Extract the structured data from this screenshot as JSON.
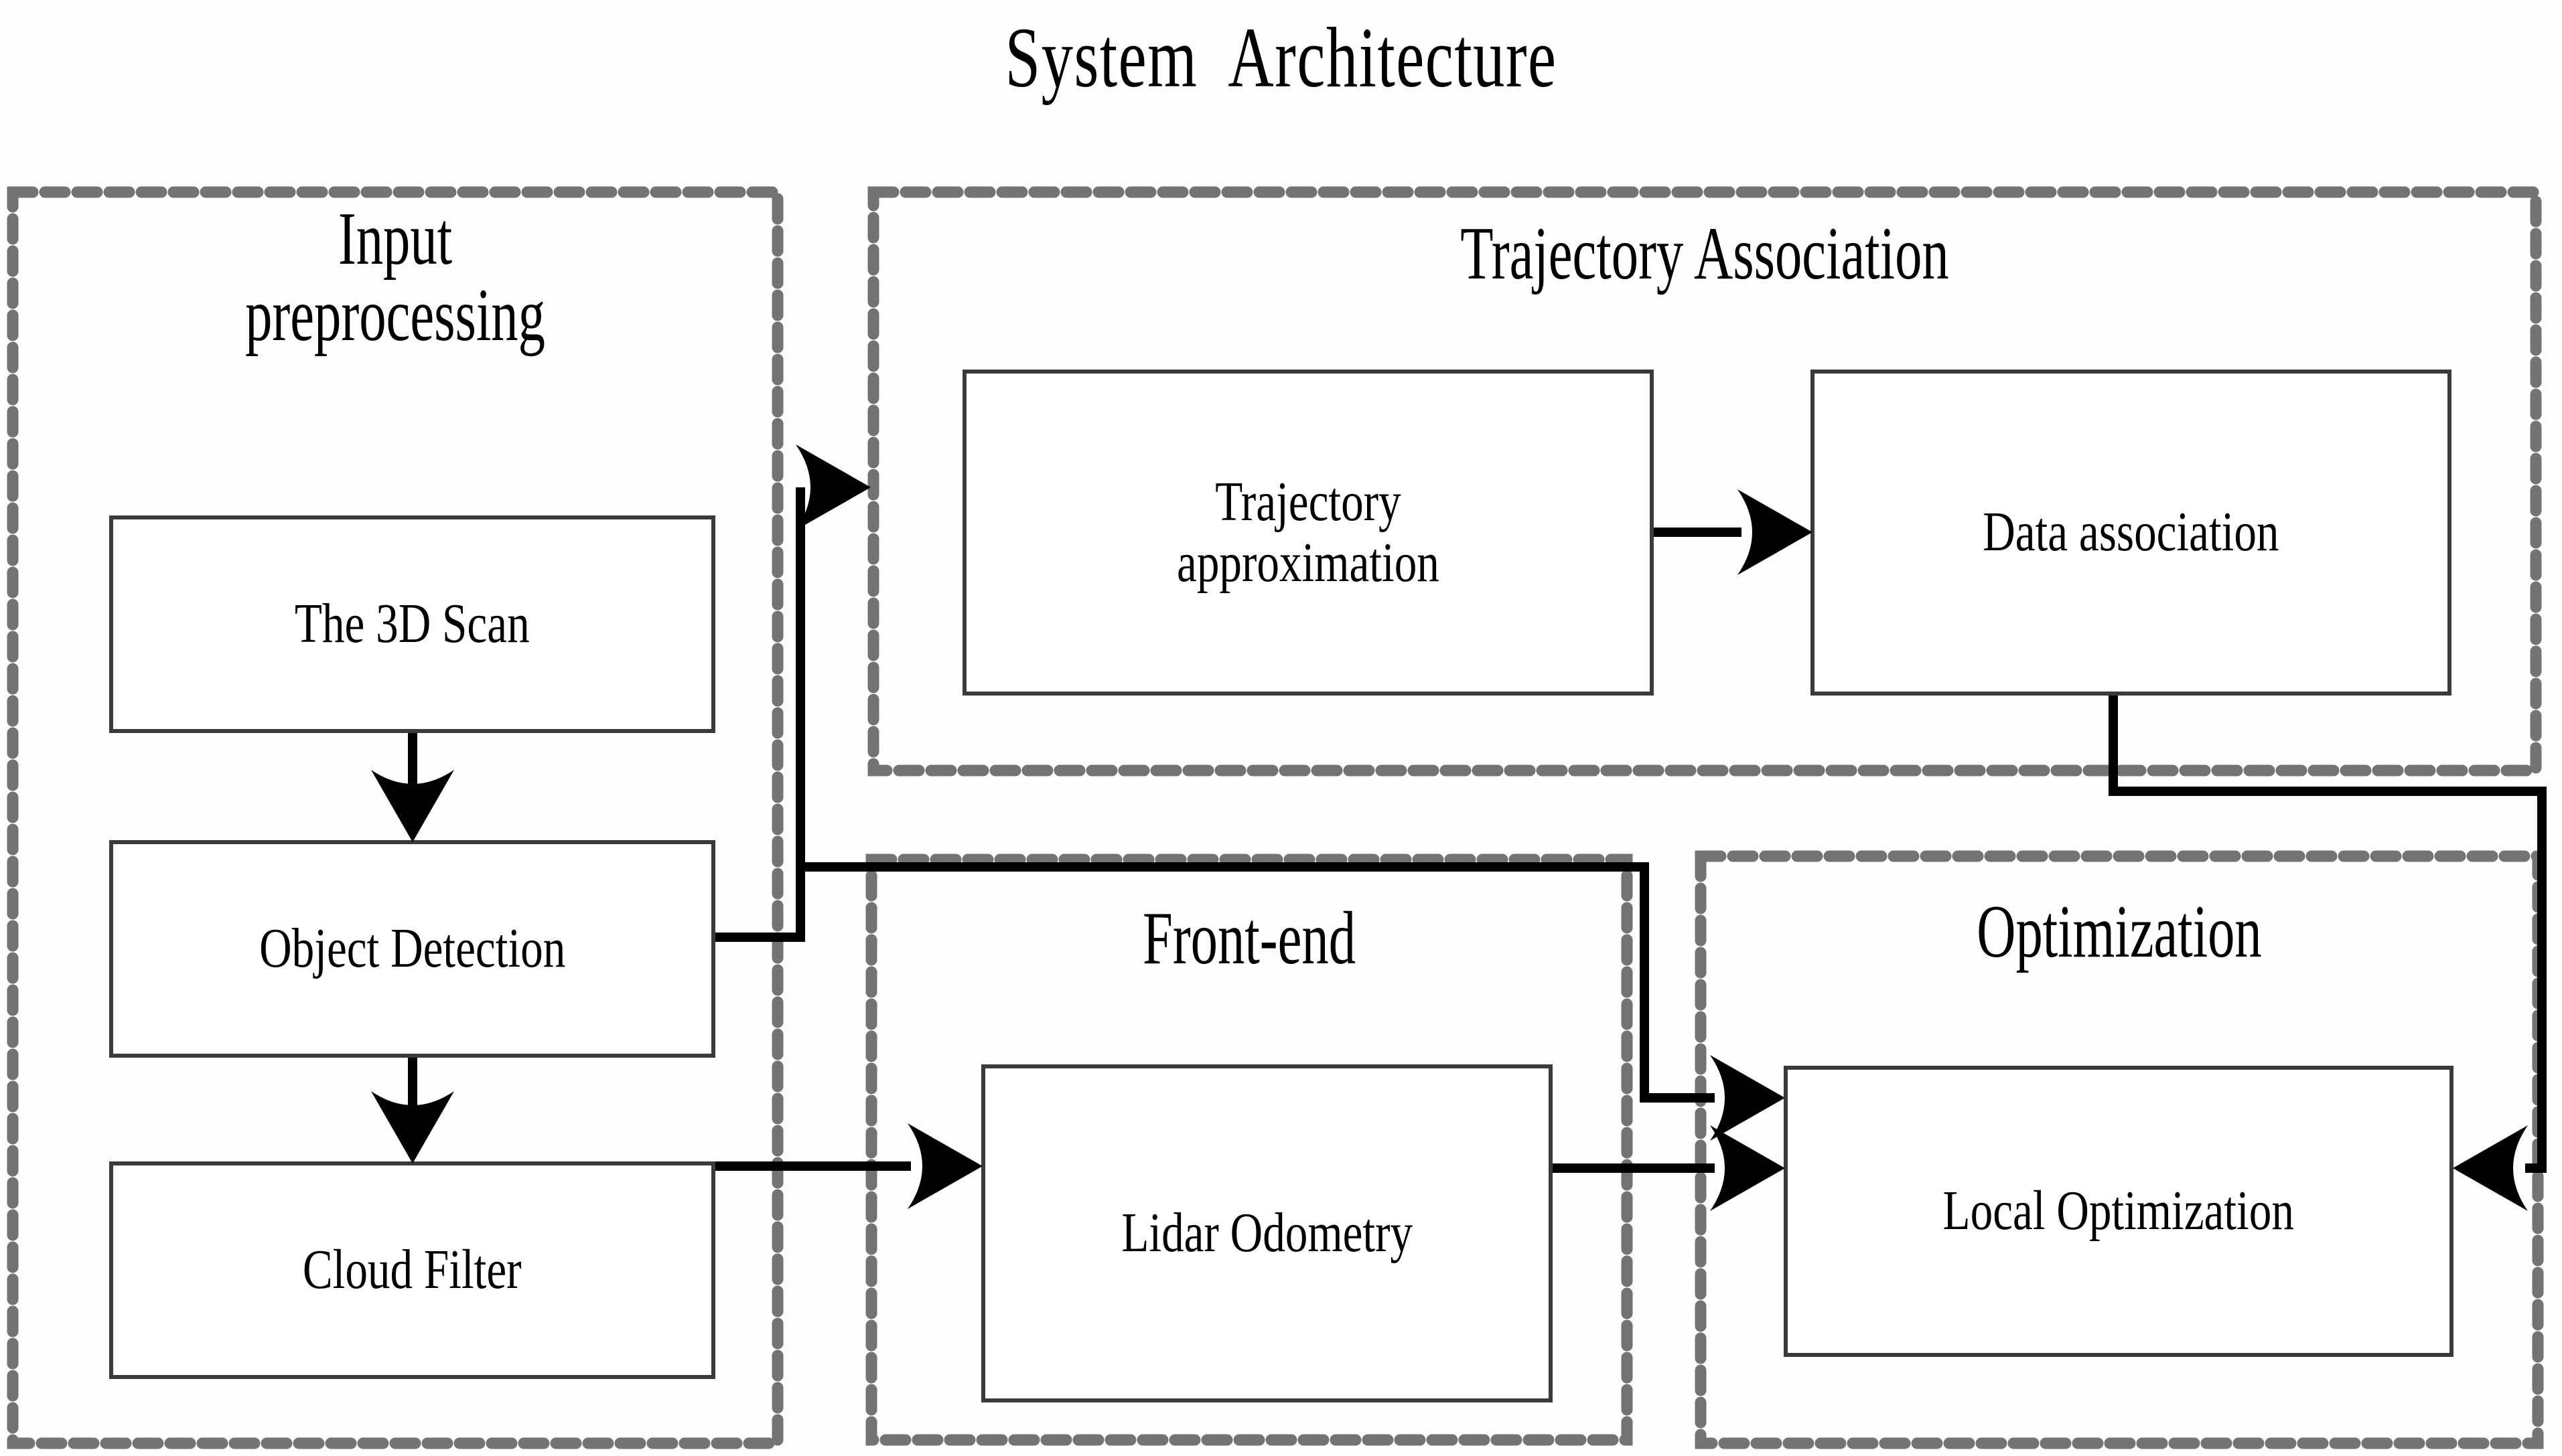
{
  "diagram": {
    "title": "System  Architecture",
    "type": "block-diagram",
    "palette": {
      "panel_border": "#737373",
      "box_border": "#3a3a3a",
      "box_fill": "#ffffff",
      "connector": "#000000",
      "background": "#fdfdfd",
      "text": "#000000"
    }
  },
  "panels": [
    {
      "id": "input-preprocessing",
      "label": "Input\npreprocessing"
    },
    {
      "id": "trajectory-association",
      "label": "Trajectory Association"
    },
    {
      "id": "front-end",
      "label": "Front-end"
    },
    {
      "id": "optimization",
      "label": "Optimization"
    }
  ],
  "blocks": [
    {
      "id": "the-3d-scan",
      "label": "The 3D Scan",
      "panel": "input-preprocessing"
    },
    {
      "id": "object-detection",
      "label": "Object Detection",
      "panel": "input-preprocessing"
    },
    {
      "id": "cloud-filter",
      "label": "Cloud Filter",
      "panel": "input-preprocessing"
    },
    {
      "id": "trajectory-approximation",
      "label": "Trajectory\napproximation",
      "panel": "trajectory-association"
    },
    {
      "id": "data-association",
      "label": "Data association",
      "panel": "trajectory-association"
    },
    {
      "id": "lidar-odometry",
      "label": "Lidar Odometry",
      "panel": "front-end"
    },
    {
      "id": "local-optimization",
      "label": "Local Optimization",
      "panel": "optimization"
    }
  ],
  "connections": [
    {
      "from": "the-3d-scan",
      "to": "object-detection",
      "style": "arrow-down"
    },
    {
      "from": "object-detection",
      "to": "cloud-filter",
      "style": "arrow-down"
    },
    {
      "from": "object-detection",
      "to": "trajectory-association",
      "style": "arrow-right"
    },
    {
      "from": "object-detection",
      "to": "local-optimization",
      "style": "arrow-right"
    },
    {
      "from": "cloud-filter",
      "to": "lidar-odometry",
      "style": "arrow-right"
    },
    {
      "from": "trajectory-approximation",
      "to": "data-association",
      "style": "arrow-right"
    },
    {
      "from": "lidar-odometry",
      "to": "local-optimization",
      "style": "arrow-right"
    },
    {
      "from": "data-association",
      "to": "local-optimization",
      "style": "arrow-left"
    }
  ]
}
